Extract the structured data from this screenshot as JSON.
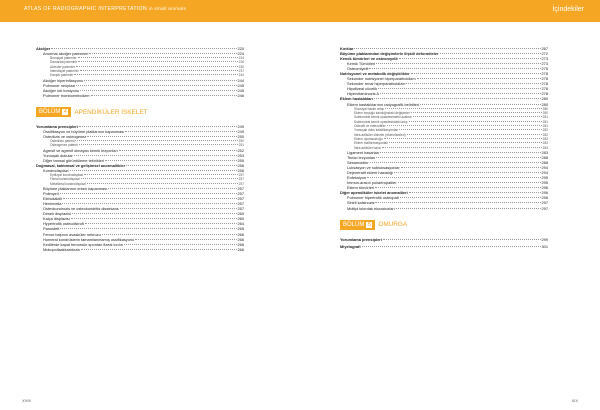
{
  "header": {
    "book_title": "ATLAS OF RADIOGRAPHIC INTERPRETATION",
    "book_subtitle": "in small animals",
    "toc_title": "İçindekiler"
  },
  "footer": {
    "left_page": "XVIII",
    "right_page": "XIX"
  },
  "left_column": [
    {
      "level": 0,
      "text": "Akciğer",
      "page": "220"
    },
    {
      "level": 1,
      "text": "Anormal akciğer paternleri",
      "page": "224"
    },
    {
      "level": 2,
      "text": "Bronşiyal paternler",
      "page": "224"
    },
    {
      "level": 2,
      "text": "Damarsal paternler",
      "page": "226"
    },
    {
      "level": 2,
      "text": "Alveoler paternler",
      "page": "230"
    },
    {
      "level": 2,
      "text": "İnterstisyel paternler",
      "page": "237"
    },
    {
      "level": 2,
      "text": "Karışık paternler",
      "page": "244"
    },
    {
      "level": 1,
      "text": "Akciğer hiperinflasyonu",
      "page": "244"
    },
    {
      "level": 1,
      "text": "Pulmoner neoplazi",
      "page": "245"
    },
    {
      "level": 1,
      "text": "Akciğer lob torsiyonu",
      "page": "245"
    },
    {
      "level": 1,
      "text": "Pulmoner tromboembolizm",
      "page": "246"
    },
    {
      "section": true,
      "label": "BÖLÜM",
      "number": "4",
      "title": "APENDİKÜLER İSKELET"
    },
    {
      "level": 0,
      "text": "Yorumlama prensipleri",
      "page": "249"
    },
    {
      "level": 1,
      "text": "Ossifikasyon ve büyüme plaklarının kapanması",
      "page": "249"
    },
    {
      "level": 1,
      "text": "Osteolizis ve osteogenez",
      "page": "250"
    },
    {
      "level": 2,
      "text": "Osteolizis paterni",
      "page": "250"
    },
    {
      "level": 2,
      "text": "Osteogenez paterni",
      "page": "251"
    },
    {
      "level": 1,
      "text": "Agresif ve agresif olmayan kemik lezyonları",
      "page": "252"
    },
    {
      "level": 1,
      "text": "Yumuşak dokular",
      "page": "253"
    },
    {
      "level": 1,
      "text": "Diğer tamsal görüntüleme teknikleri",
      "page": "255"
    },
    {
      "level": 0,
      "text": "Doğmasal, kalıtımsal ve gelişimsel anormallikler",
      "page": "256"
    },
    {
      "level": 1,
      "text": "Kondrodisplazi",
      "page": "256"
    },
    {
      "level": 2,
      "text": "Epifizyal kondrodisplazi",
      "page": "257"
    },
    {
      "level": 2,
      "text": "Fizeal kondrodisplazi",
      "page": "257"
    },
    {
      "level": 2,
      "text": "Metafizeal kondrodisplazi",
      "page": "257"
    },
    {
      "level": 1,
      "text": "Büyüme plaklarının erken kapanması",
      "page": "257"
    },
    {
      "level": 1,
      "text": "Polimyeli",
      "page": "257"
    },
    {
      "level": 1,
      "text": "Ektrodaktili",
      "page": "257"
    },
    {
      "level": 1,
      "text": "Hemimelia",
      "page": "257"
    },
    {
      "level": 1,
      "text": "Osteokondrozis ve osteokondritis dissekans",
      "page": "257"
    },
    {
      "level": 1,
      "text": "Dirsek displazisi",
      "page": "260"
    },
    {
      "level": 1,
      "text": "Kalça displazisi",
      "page": "260"
    },
    {
      "level": 1,
      "text": "Hypertrofik osteodistrofi",
      "page": "264"
    },
    {
      "level": 1,
      "text": "Panosteit",
      "page": "265"
    },
    {
      "level": 1,
      "text": "Femur başının avasküler nekrozu",
      "page": "266"
    },
    {
      "level": 1,
      "text": "Humeral kondrüslerin tamamlanmamış ossifikasyonu",
      "page": "266"
    },
    {
      "level": 1,
      "text": "Kediierde kapat femorsün spontan fizeal kırılırı",
      "page": "266"
    },
    {
      "level": 1,
      "text": "Mukopolisakkaridozis",
      "page": "266"
    }
  ],
  "right_column": [
    {
      "level": 0,
      "text": "Kırıklar",
      "page": "267"
    },
    {
      "level": 0,
      "text": "Büyüme plaklarından değişimlerle ilişkili deformiteler",
      "page": "272"
    },
    {
      "level": 0,
      "text": "Kemik tümörleri ve osteomyelit",
      "page": "273"
    },
    {
      "level": 1,
      "text": "Kemik Tümörleri",
      "page": "273"
    },
    {
      "level": 1,
      "text": "Osteomiyelit",
      "page": "275"
    },
    {
      "level": 0,
      "text": "Nutrisyonel ve metabolik değişiklikler",
      "page": "278"
    },
    {
      "level": 1,
      "text": "Sekonder nutrisyonel hiperparatiroidizm",
      "page": "278"
    },
    {
      "level": 1,
      "text": "Sekonder renal hiperparatiroidizm",
      "page": "278"
    },
    {
      "level": 1,
      "text": "Hipofizeal cücelik",
      "page": "278"
    },
    {
      "level": 1,
      "text": "Hipervitaminozis A",
      "page": "278"
    },
    {
      "level": 0,
      "text": "Eklem hastalıkları",
      "page": "280"
    },
    {
      "level": 1,
      "text": "Eklem hastalıklarının radyografik belirtileri",
      "page": "280"
    },
    {
      "level": 2,
      "text": "Sinoviyal hacim artışı",
      "page": "280"
    },
    {
      "level": 2,
      "text": "Eklem boşluğu kalınlığındaki değişimler",
      "page": "280"
    },
    {
      "level": 2,
      "text": "Subkondral kemik opasitesindeki azalma",
      "page": "281"
    },
    {
      "level": 2,
      "text": "Subkondral kemik opasitesindeki artış",
      "page": "281"
    },
    {
      "level": 2,
      "text": "Osteofit ve entezofitler",
      "page": "281"
    },
    {
      "level": 2,
      "text": "Yumuşak doku kalsifikasyonları",
      "page": "282"
    },
    {
      "level": 2,
      "text": "İntra-artiküler cisimler (eklemfareleri)",
      "page": "282"
    },
    {
      "level": 2,
      "text": "Eklem uyumsuzluğu",
      "page": "283"
    },
    {
      "level": 2,
      "text": "Eklem malformasyonları",
      "page": "283"
    },
    {
      "level": 2,
      "text": "İntra-artiküler hava",
      "page": "283"
    },
    {
      "level": 1,
      "text": "Ligament hasarları",
      "page": "283"
    },
    {
      "level": 1,
      "text": "Tendo lezyonları",
      "page": "288"
    },
    {
      "level": 1,
      "text": "Sesamoidler",
      "page": "288"
    },
    {
      "level": 1,
      "text": "Luksasyon ve subluksasyonlar",
      "page": "294"
    },
    {
      "level": 1,
      "text": "Dejeneratif eklem hastalığı",
      "page": "294"
    },
    {
      "level": 1,
      "text": "Enfeksiyon",
      "page": "295"
    },
    {
      "level": 1,
      "text": "İmmun-aracılı poliartropatiler",
      "page": "295"
    },
    {
      "level": 1,
      "text": "Eklem tümörleri",
      "page": "296"
    },
    {
      "level": 0,
      "text": "Diğer apendiküler iskelet anomalileri",
      "page": "296"
    },
    {
      "level": 1,
      "text": "Pulmoner hipertrofik osteopati",
      "page": "296"
    },
    {
      "level": 1,
      "text": "Sinirli kalsinozis",
      "page": "297"
    },
    {
      "level": 1,
      "text": "Multipl kıkırdak ekzostozları",
      "page": "297"
    },
    {
      "section": true,
      "label": "BÖLÜM",
      "number": "5",
      "title": "OMURGA"
    },
    {
      "level": 0,
      "text": "Yorumlama prensipleri",
      "page": "299",
      "gap": true
    },
    {
      "level": 0,
      "text": "Miyelografi",
      "page": "301",
      "gap": true
    }
  ],
  "colors": {
    "accent": "#f5a623"
  }
}
